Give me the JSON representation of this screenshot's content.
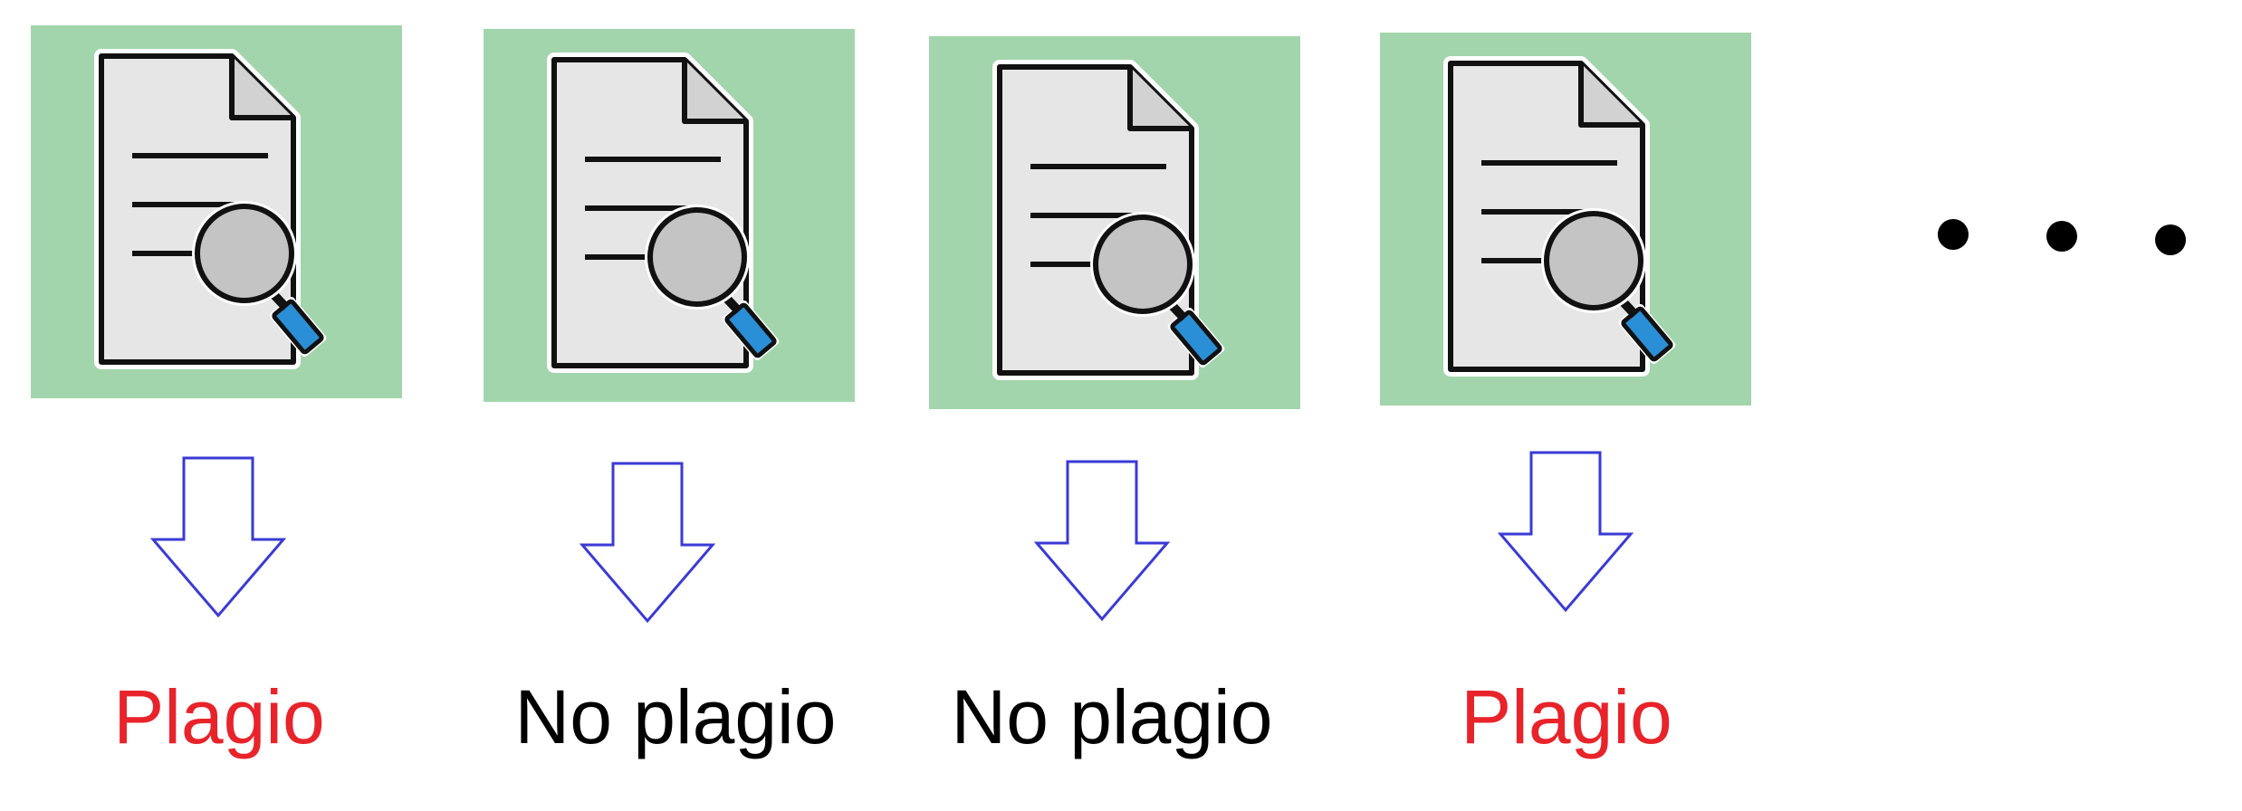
{
  "colors": {
    "tile_background": "#a2d5ab",
    "arrow_stroke": "#3a3ad6",
    "plagio_label": "#e8232a",
    "no_plagio_label": "#000000",
    "magnifier_handle": "#2a8fd6"
  },
  "items": [
    {
      "icon": "document-search-icon",
      "label": "Plagio",
      "label_color": "#e8232a"
    },
    {
      "icon": "document-search-icon",
      "label": "No plagio",
      "label_color": "#000000"
    },
    {
      "icon": "document-search-icon",
      "label": "No plagio",
      "label_color": "#000000"
    },
    {
      "icon": "document-search-icon",
      "label": "Plagio",
      "label_color": "#e8232a"
    }
  ],
  "continuation": {
    "icon": "ellipsis-icon"
  }
}
